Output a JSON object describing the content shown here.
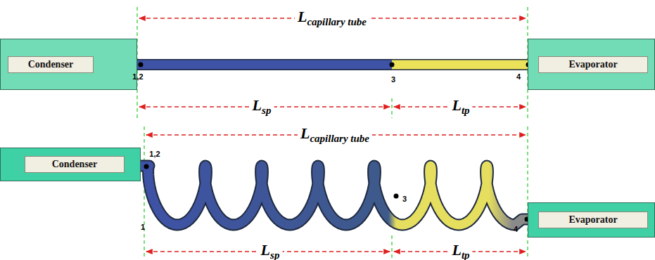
{
  "diagram": {
    "nodes": [
      {
        "text": [
          "Condenser"
        ]
      },
      {
        "text": [
          "Evaporator"
        ]
      },
      {
        "text": [
          "Condenser"
        ]
      },
      {
        "text": [
          "Evaporator"
        ]
      }
    ],
    "edges": [
      {
        "from": 0,
        "to": 1,
        "arrow": "none"
      },
      {
        "from": 2,
        "to": 3,
        "arrow": "none"
      }
    ],
    "labels": [
      "L",
      "capillary tube",
      "1,2",
      "3",
      "4",
      "L",
      "sp",
      "L",
      "tp",
      "L",
      "capillary tube",
      "1,2",
      "1",
      "3",
      "4",
      "L",
      "sp",
      "L",
      "tp"
    ]
  }
}
